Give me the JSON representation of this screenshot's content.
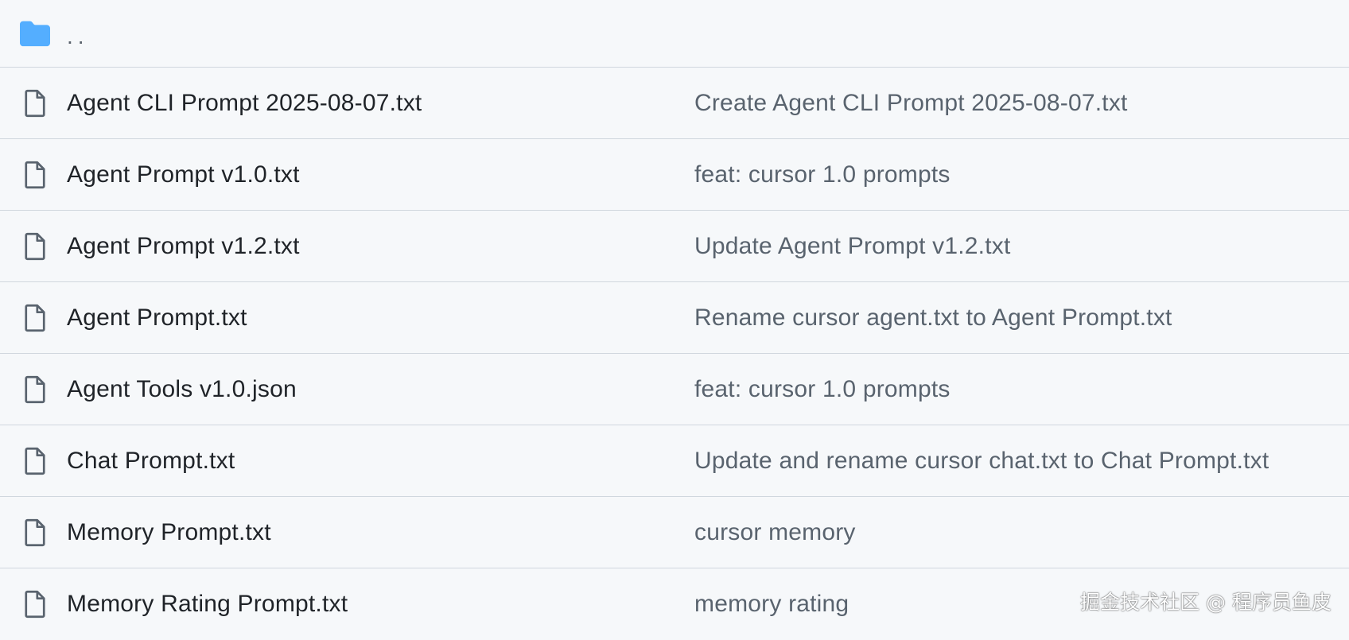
{
  "parent_dir": {
    "label": "..",
    "icon": "folder-icon",
    "icon_color": "#54aeff"
  },
  "files": [
    {
      "name": "Agent CLI Prompt 2025-08-07.txt",
      "commit": "Create Agent CLI Prompt 2025-08-07.txt",
      "icon": "file-icon"
    },
    {
      "name": "Agent Prompt v1.0.txt",
      "commit": "feat: cursor 1.0 prompts",
      "icon": "file-icon"
    },
    {
      "name": "Agent Prompt v1.2.txt",
      "commit": "Update Agent Prompt v1.2.txt",
      "icon": "file-icon"
    },
    {
      "name": "Agent Prompt.txt",
      "commit": "Rename cursor agent.txt to Agent Prompt.txt",
      "icon": "file-icon"
    },
    {
      "name": "Agent Tools v1.0.json",
      "commit": "feat: cursor 1.0 prompts",
      "icon": "file-icon"
    },
    {
      "name": "Chat Prompt.txt",
      "commit": "Update and rename cursor chat.txt to Chat Prompt.txt",
      "icon": "file-icon"
    },
    {
      "name": "Memory Prompt.txt",
      "commit": "cursor memory",
      "icon": "file-icon"
    },
    {
      "name": "Memory Rating Prompt.txt",
      "commit": "memory rating",
      "icon": "file-icon"
    }
  ],
  "watermark": "掘金技术社区 @ 程序员鱼皮",
  "colors": {
    "background": "#f6f8fa",
    "border": "#d0d7de",
    "file_name": "#1f2328",
    "commit_message": "#59636e",
    "file_icon": "#59636e"
  }
}
